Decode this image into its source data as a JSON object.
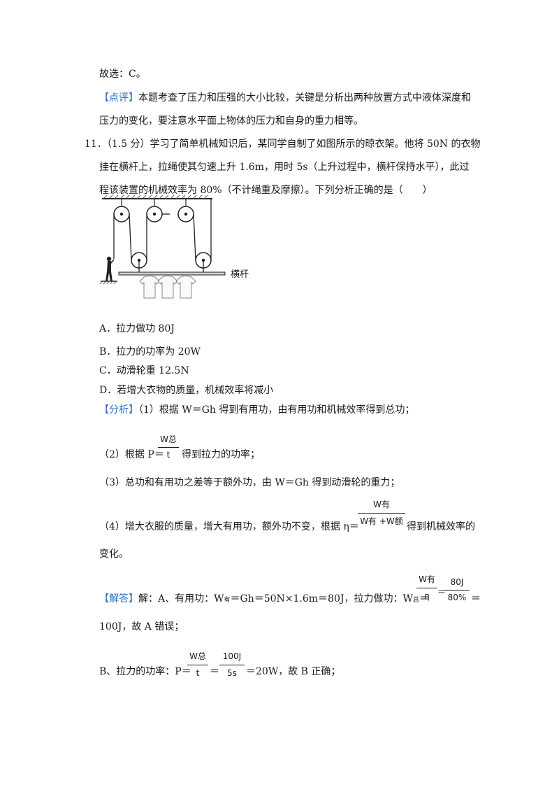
{
  "lines": {
    "l1": "故选：C。",
    "l2_tag": "【点评】",
    "l2_text": "本题考查了压力和压强的大小比较，关键是分析出两种放置方式中液体深度和",
    "l3": "压力的变化，要注意水平面上物体的压力和自身的重力相等。",
    "q11_l1": "11．（1.5 分）学习了简单机械知识后，某同学自制了如图所示的晾衣架。他将 50N 的衣物",
    "q11_l2": "挂在横杆上，拉绳使其匀速上升 1.6m，用时 5s（上升过程中，横杆保持水平），此过",
    "q11_l3": "程该装置的机械效率为 80%（不计绳重及摩擦）。下列分析正确的是（　　）"
  },
  "figure": {
    "bar_label": "横杆"
  },
  "options": {
    "a": "A．拉力做功 80J",
    "b": "B．拉力的功率为 20W",
    "c": "C．动滑轮重 12.5N",
    "d": "D．若增大衣物的质量，机械效率将减小"
  },
  "analysis": {
    "tag": "【分析】",
    "p1": "（1）根据 W＝Gh 得到有用功，由有用功和机械效率得到总功；",
    "p2_pre": "（2）根据 P＝",
    "p2_num": "W总",
    "p2_den": "t",
    "p2_post": "得到拉力的功率；",
    "p3": "（3）总功和有用功之差等于额外功，由 W＝Gh 得到动滑轮的重力；",
    "p4_pre": "（4）增大衣服的质量，增大有用功，额外功不变，根据 η＝",
    "p4_num": "W有",
    "p4_den": "W有 +W额",
    "p4_post": "得到机械效率的",
    "p4_cont": "变化。"
  },
  "answer": {
    "tag": "【解答】",
    "a_pre": "解：A、有用功：W",
    "a_sub1": "有",
    "a_mid": "＝Gh＝50N×1.6m＝80J，拉力做功：W",
    "a_sub2": "总",
    "a_eq": "＝",
    "a_f1_num": "W有",
    "a_f1_den": "η",
    "a_eq2": "＝",
    "a_f2_num": "80J",
    "a_f2_den": "80%",
    "a_eq3": "＝",
    "a_cont": "100J，故 A 错误；",
    "b_pre": "B、拉力的功率：P＝",
    "b_f1_num": "W总",
    "b_f1_den": "t",
    "b_eq": "＝",
    "b_f2_num": "100J",
    "b_f2_den": "5s",
    "b_post": "＝20W，故 B 正确；"
  }
}
